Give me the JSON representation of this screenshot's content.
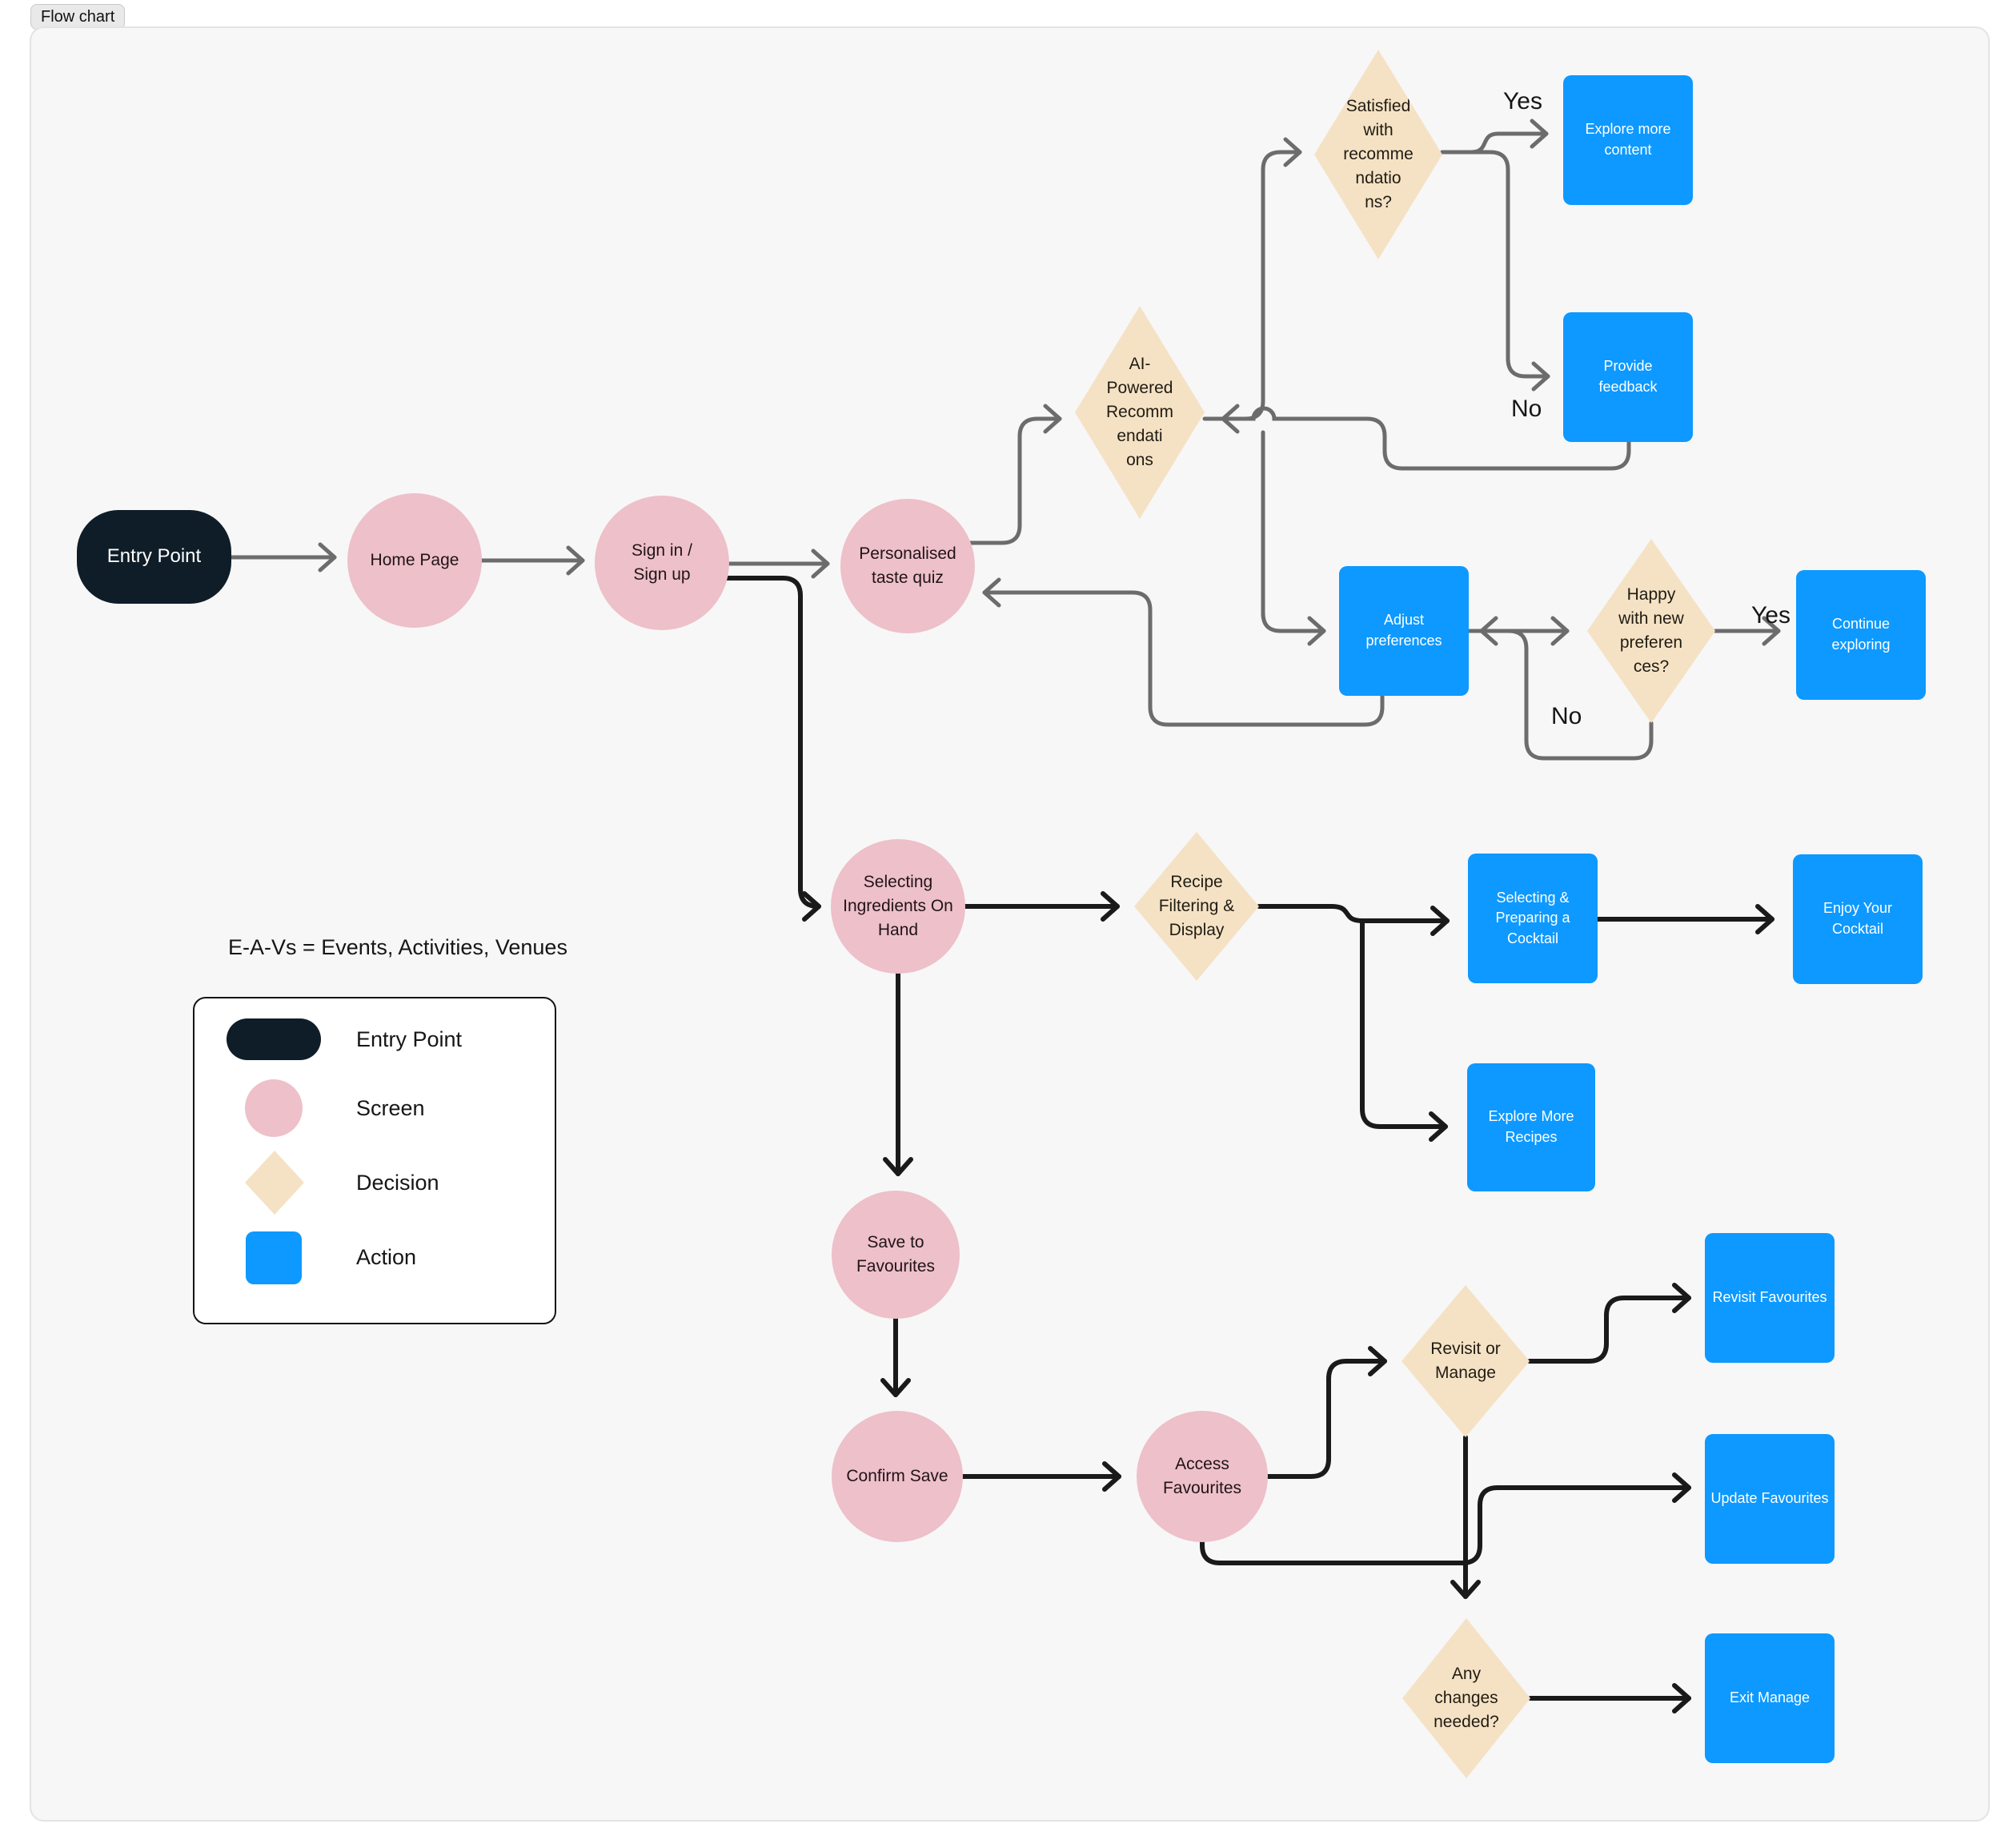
{
  "chip": {
    "label": "Flow chart"
  },
  "note": {
    "text": "E-A-Vs = Events, Activities, Venues"
  },
  "colors": {
    "entry": "#0E1D28",
    "screen": "#EEC0C9",
    "decision": "#F5E2C4",
    "action": "#0D99FF",
    "connector_gray": "#6C6C6C",
    "connector_black": "#1A1A1A",
    "canvas_fill": "#F7F7F8",
    "canvas_border": "#E3E3E5"
  },
  "nodes": {
    "entry": {
      "label": "Entry Point",
      "type": "entry-point"
    },
    "home": {
      "label": "Home Page",
      "type": "screen"
    },
    "signin": {
      "label": "Sign in /\nSign up",
      "type": "screen"
    },
    "quiz": {
      "label": "Personalised\ntaste quiz",
      "type": "screen"
    },
    "ai": {
      "label": "AI-\nPowered\nRecomm\nendati\nons",
      "type": "decision"
    },
    "satisfied": {
      "label": "Satisfied\nwith\nrecomme\nndatio\nns?",
      "type": "decision"
    },
    "explore_content": {
      "label": "Explore more\ncontent",
      "type": "action"
    },
    "provide_feedback": {
      "label": "Provide\nfeedback",
      "type": "action"
    },
    "adjust": {
      "label": "Adjust\npreferences",
      "type": "action"
    },
    "happy": {
      "label": "Happy\nwith new\npreferen\nces?",
      "type": "decision"
    },
    "continue": {
      "label": "Continue\nexploring",
      "type": "action"
    },
    "ingredients": {
      "label": "Selecting\nIngredients On\nHand",
      "type": "screen"
    },
    "recipe": {
      "label": "Recipe\nFiltering &\nDisplay",
      "type": "decision"
    },
    "cocktail": {
      "label": "Selecting &\nPreparing a\nCocktail",
      "type": "action"
    },
    "enjoy": {
      "label": "Enjoy Your\nCocktail",
      "type": "action"
    },
    "explore_recipes": {
      "label": "Explore More\nRecipes",
      "type": "action"
    },
    "save": {
      "label": "Save to\nFavourites",
      "type": "screen"
    },
    "confirm": {
      "label": "Confirm Save",
      "type": "screen"
    },
    "access": {
      "label": "Access\nFavourites",
      "type": "screen"
    },
    "revisit_manage": {
      "label": "Revisit or\nManage",
      "type": "decision"
    },
    "revisit_fav": {
      "label": "Revisit Favourites",
      "type": "action"
    },
    "update_fav": {
      "label": "Update Favourites",
      "type": "action"
    },
    "any_changes": {
      "label": "Any\nchanges\nneeded?",
      "type": "decision"
    },
    "exit": {
      "label": "Exit Manage",
      "type": "action"
    }
  },
  "edge_labels": {
    "yes1": "Yes",
    "no1": "No",
    "yes2": "Yes",
    "no2": "No"
  },
  "edges": [
    {
      "from": "Entry Point",
      "to": "Home Page"
    },
    {
      "from": "Home Page",
      "to": "Sign in / Sign up"
    },
    {
      "from": "Sign in / Sign up",
      "to": "Personalised taste quiz"
    },
    {
      "from": "Sign in / Sign up",
      "to": "Selecting Ingredients On Hand"
    },
    {
      "from": "Personalised taste quiz",
      "to": "AI-Powered Recommendations"
    },
    {
      "from": "AI-Powered Recommendations",
      "to": "Satisfied with recommendations?"
    },
    {
      "from": "AI-Powered Recommendations",
      "to": "Adjust preferences"
    },
    {
      "from": "Satisfied with recommendations?",
      "to": "Explore more content",
      "label": "Yes"
    },
    {
      "from": "Satisfied with recommendations?",
      "to": "Provide feedback",
      "label": "No"
    },
    {
      "from": "Provide feedback",
      "to": "AI-Powered Recommendations"
    },
    {
      "from": "Adjust preferences",
      "to": "Personalised taste quiz"
    },
    {
      "from": "Adjust preferences",
      "to": "Happy with new preferences?"
    },
    {
      "from": "Happy with new preferences?",
      "to": "Continue exploring",
      "label": "Yes"
    },
    {
      "from": "Happy with new preferences?",
      "to": "Adjust preferences",
      "label": "No"
    },
    {
      "from": "Selecting Ingredients On Hand",
      "to": "Recipe Filtering & Display"
    },
    {
      "from": "Recipe Filtering & Display",
      "to": "Selecting & Preparing a Cocktail"
    },
    {
      "from": "Recipe Filtering & Display",
      "to": "Explore More Recipes"
    },
    {
      "from": "Selecting & Preparing a Cocktail",
      "to": "Enjoy Your Cocktail"
    },
    {
      "from": "Selecting Ingredients On Hand",
      "to": "Save to Favourites"
    },
    {
      "from": "Save to Favourites",
      "to": "Confirm Save"
    },
    {
      "from": "Confirm Save",
      "to": "Access Favourites"
    },
    {
      "from": "Access Favourites",
      "to": "Revisit or Manage"
    },
    {
      "from": "Access Favourites",
      "to": "Update Favourites"
    },
    {
      "from": "Revisit or Manage",
      "to": "Revisit Favourites"
    },
    {
      "from": "Revisit or Manage",
      "to": "Any changes needed?"
    },
    {
      "from": "Any changes needed?",
      "to": "Exit Manage"
    }
  ],
  "legend": {
    "items": [
      {
        "id": "entry",
        "label": "Entry Point"
      },
      {
        "id": "screen",
        "label": "Screen"
      },
      {
        "id": "decision",
        "label": "Decision"
      },
      {
        "id": "action",
        "label": "Action"
      }
    ]
  }
}
